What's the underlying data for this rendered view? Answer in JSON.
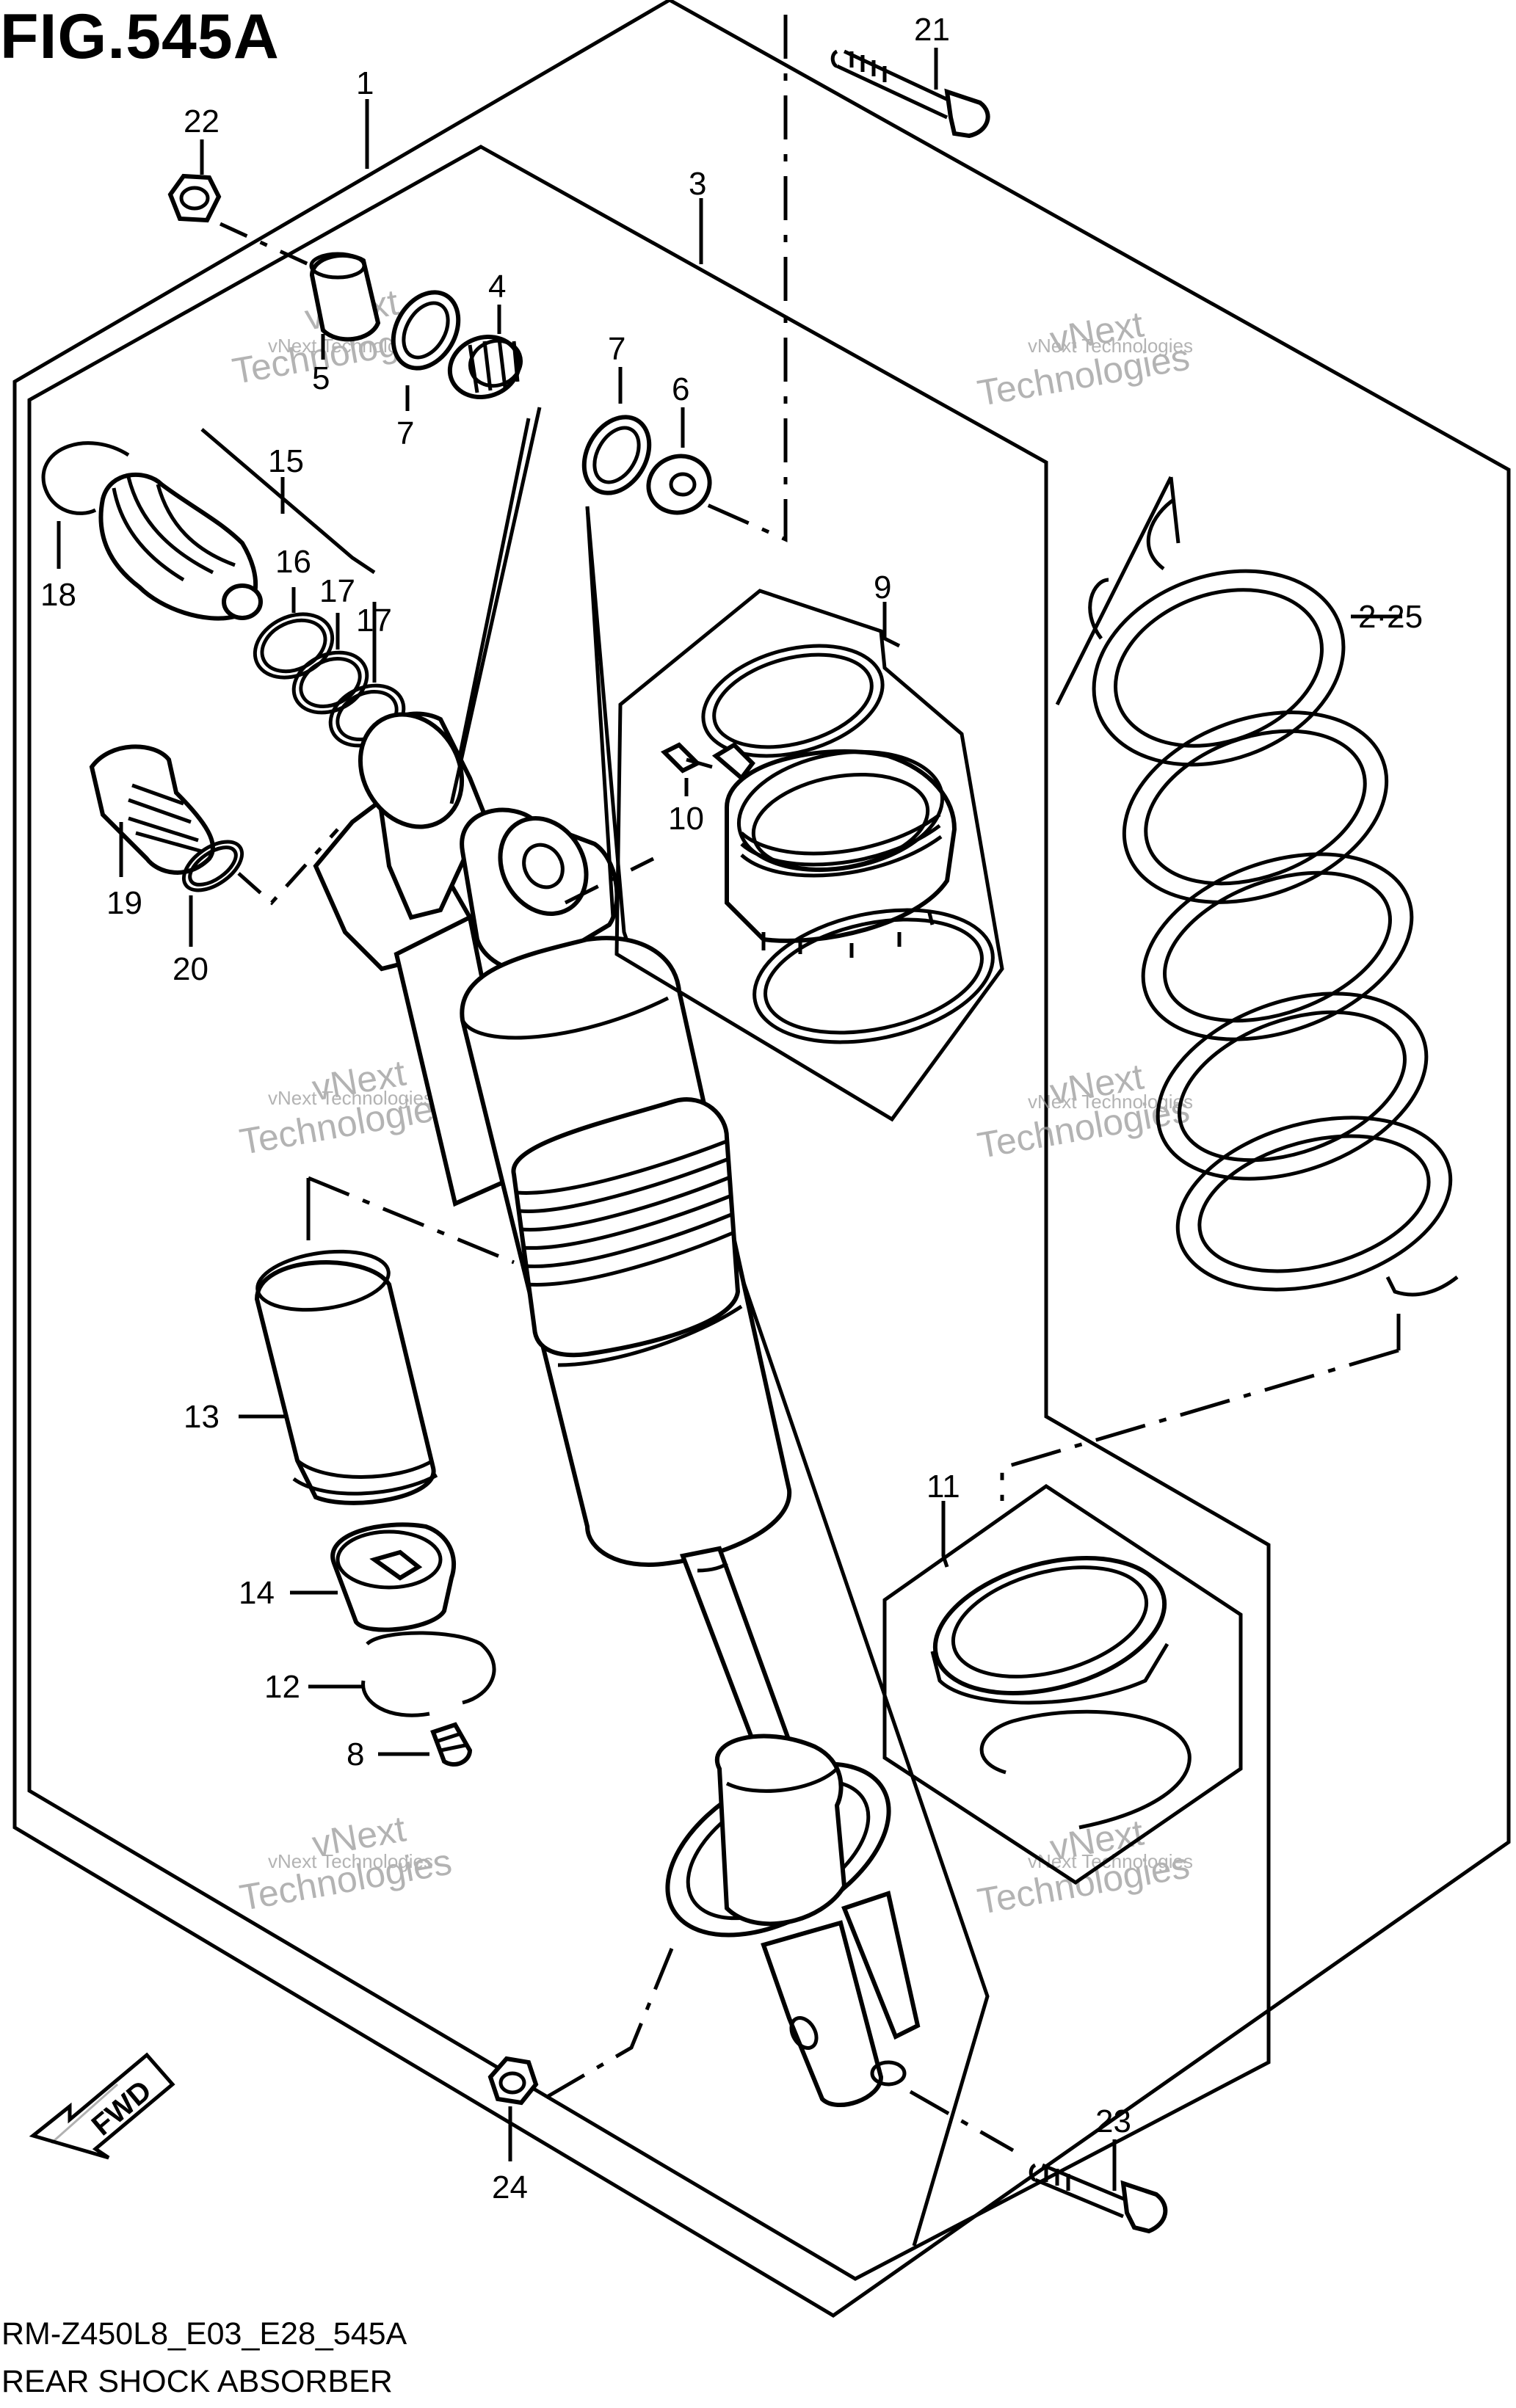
{
  "figure": {
    "title": "FIG.545A",
    "code": "RM-Z450L8_E03_E28_545A",
    "name": "REAR SHOCK ABSORBER"
  },
  "direction_marker": "FWD",
  "watermark": {
    "line1": "vNext Technologies",
    "line2": "vNext",
    "line3": "Technologies"
  },
  "callouts": [
    "1",
    "2·25",
    "3",
    "4",
    "5",
    "6",
    "7",
    "7",
    "8",
    "9",
    "10",
    "11",
    "12",
    "13",
    "14",
    "15",
    "16",
    "17",
    "17",
    "18",
    "19",
    "20",
    "21",
    "22",
    "23",
    "24"
  ]
}
